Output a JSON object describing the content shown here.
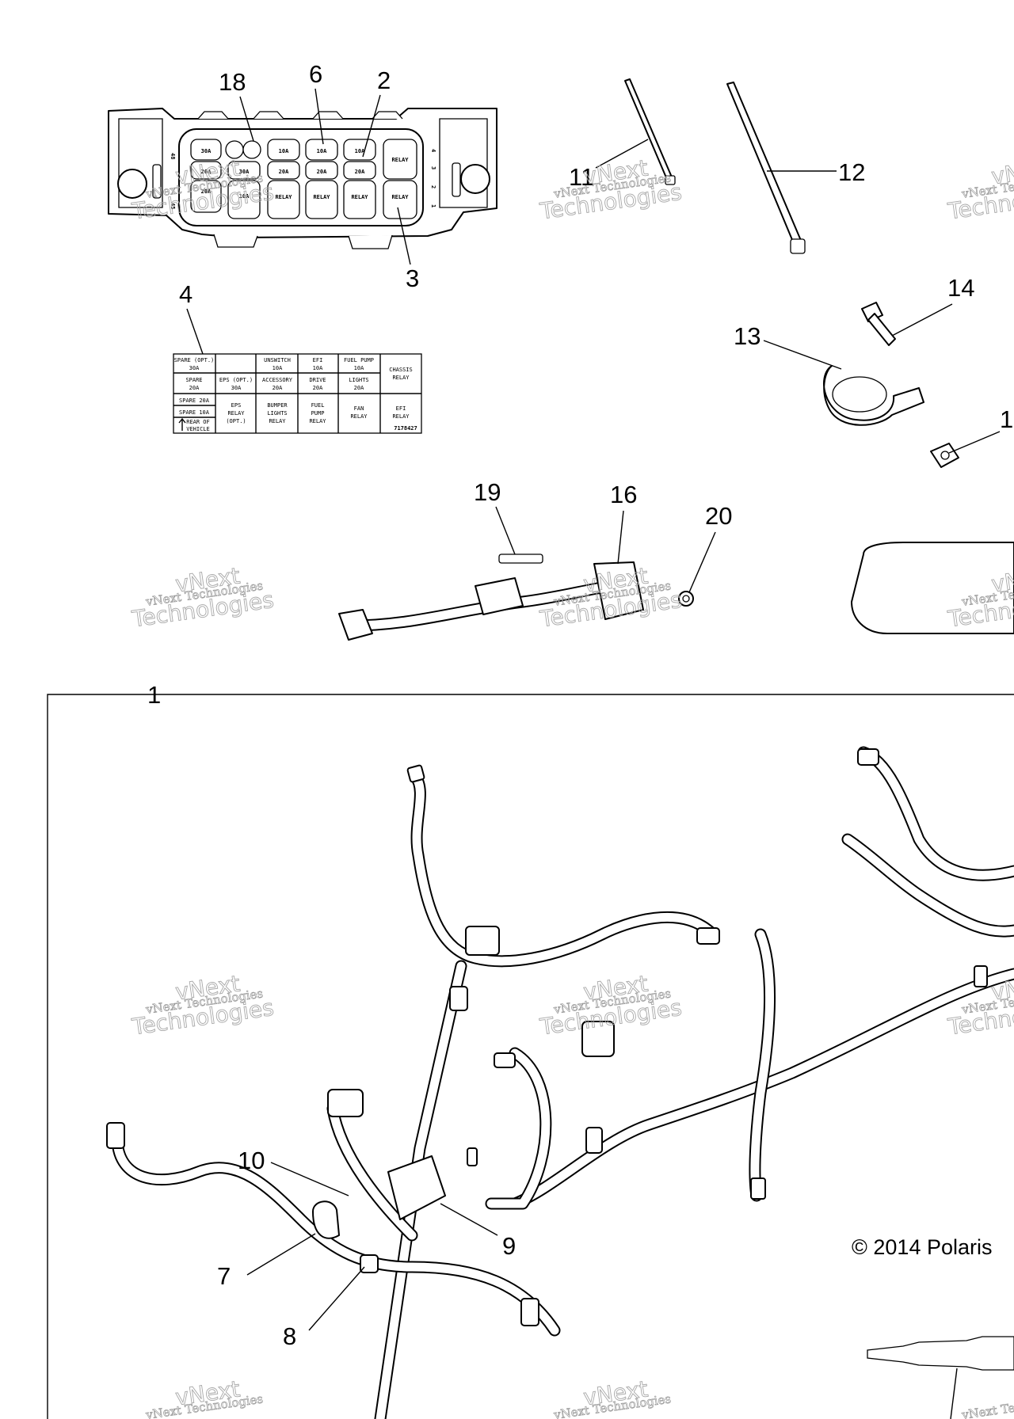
{
  "callouts": {
    "c1": "1",
    "c2": "2",
    "c3": "3",
    "c4": "4",
    "c6": "6",
    "c7": "7",
    "c8": "8",
    "c9": "9",
    "c10": "10",
    "c11": "11",
    "c12": "12",
    "c13": "13",
    "c14": "14",
    "c15": "1",
    "c16": "16",
    "c18": "18",
    "c19": "19",
    "c20": "20"
  },
  "fuse_box": {
    "row1": [
      "30A",
      "",
      "10A",
      "10A",
      "10A",
      "RELAY"
    ],
    "row2": [
      "20A",
      "30A",
      "20A",
      "20A",
      "20A"
    ],
    "row3": [
      "20A",
      "10A",
      "RELAY",
      "RELAY",
      "RELAY",
      "RELAY"
    ],
    "side_left": [
      "48",
      "45"
    ],
    "side_right": [
      "4",
      "3",
      "2",
      "1"
    ]
  },
  "fuse_label": {
    "cells": [
      [
        "SPARE (OPT.)",
        "30A"
      ],
      [
        "SPARE",
        "20A"
      ],
      [
        "SPARE 20A"
      ],
      [
        "SPARE 10A"
      ],
      [
        "REAR OF",
        "VEHICLE"
      ],
      [
        "EPS (OPT.)",
        "30A"
      ],
      [
        "EPS",
        "RELAY",
        "(OPT.)"
      ],
      [
        "UNSWITCH",
        "10A"
      ],
      [
        "ACCESSORY",
        "20A"
      ],
      [
        "BUMPER",
        "LIGHTS",
        "RELAY"
      ],
      [
        "EFI",
        "10A"
      ],
      [
        "DRIVE",
        "20A"
      ],
      [
        "FUEL",
        "PUMP",
        "RELAY"
      ],
      [
        "FUEL PUMP",
        "10A"
      ],
      [
        "LIGHTS",
        "20A"
      ],
      [
        "FAN",
        "RELAY"
      ],
      [
        "CHASSIS",
        "RELAY"
      ],
      [
        "EFI",
        "RELAY"
      ]
    ],
    "part_number": "7178427"
  },
  "watermark": {
    "line1": "vNext Technologies",
    "line2": "vNext",
    "line3": "Technologies"
  },
  "copyright": "© 2014 Polaris"
}
